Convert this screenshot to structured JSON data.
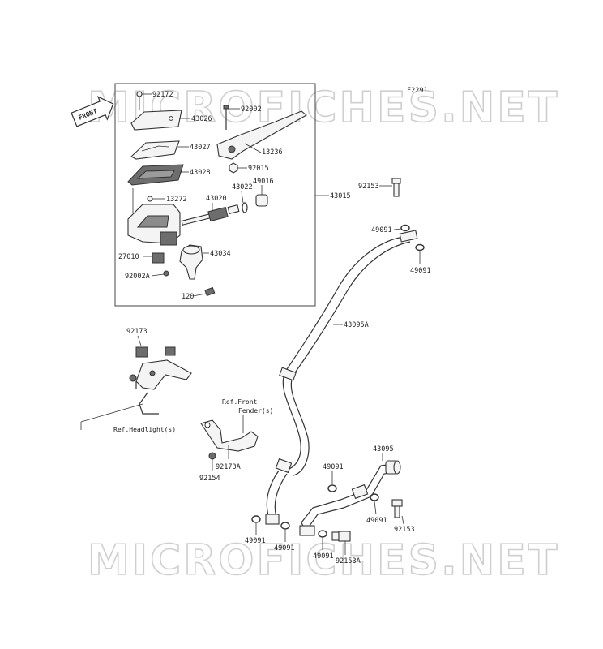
{
  "figure_id": "F2291",
  "front_label": "FRONT",
  "watermark": "MICROFICHES.NET",
  "parts": [
    {
      "id": "p92172",
      "label": "92172"
    },
    {
      "id": "p92002",
      "label": "92002"
    },
    {
      "id": "p43026",
      "label": "43026"
    },
    {
      "id": "p43027",
      "label": "43027"
    },
    {
      "id": "p13236",
      "label": "13236"
    },
    {
      "id": "p43028",
      "label": "43028"
    },
    {
      "id": "p92015",
      "label": "92015"
    },
    {
      "id": "p13272",
      "label": "13272"
    },
    {
      "id": "p43020",
      "label": "43020"
    },
    {
      "id": "p43022",
      "label": "43022"
    },
    {
      "id": "p49016",
      "label": "49016"
    },
    {
      "id": "p43015",
      "label": "43015"
    },
    {
      "id": "p27010",
      "label": "27010"
    },
    {
      "id": "p43034",
      "label": "43034"
    },
    {
      "id": "p92002A",
      "label": "92002A"
    },
    {
      "id": "p120",
      "label": "120"
    },
    {
      "id": "p92153a",
      "label": "92153"
    },
    {
      "id": "p49091a",
      "label": "49091"
    },
    {
      "id": "p49091b",
      "label": "49091"
    },
    {
      "id": "p43095A",
      "label": "43095A"
    },
    {
      "id": "p92173",
      "label": "92173"
    },
    {
      "id": "p92173A",
      "label": "92173A"
    },
    {
      "id": "p92154",
      "label": "92154"
    },
    {
      "id": "p43095",
      "label": "43095"
    },
    {
      "id": "p49091c",
      "label": "49091"
    },
    {
      "id": "p49091d",
      "label": "49091"
    },
    {
      "id": "p92153b",
      "label": "92153"
    },
    {
      "id": "p49091e",
      "label": "49091"
    },
    {
      "id": "p49091f",
      "label": "49091"
    },
    {
      "id": "p49091g",
      "label": "49091"
    },
    {
      "id": "p92153A",
      "label": "92153A"
    }
  ],
  "references": {
    "front_fender_line1": "Ref.Front",
    "front_fender_line2": "Fender(s)",
    "headlight": "Ref.Headlight(s)"
  }
}
